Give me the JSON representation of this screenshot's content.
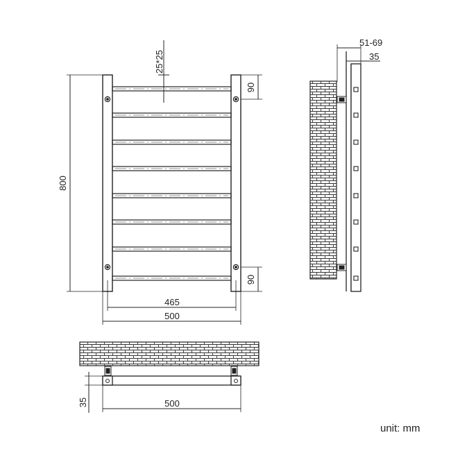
{
  "dimensions": {
    "pipe_spacing": "25*25",
    "valve_offset_top": "90",
    "valve_offset_bottom": "90",
    "height": "800",
    "rail_width": "465",
    "width": "500",
    "wall_offset_range": "51-69",
    "rail_depth": "35",
    "bottom_depth": "35",
    "bottom_width": "500"
  },
  "unit_label": "unit: mm",
  "colors": {
    "line": "#222222",
    "background": "#ffffff"
  }
}
